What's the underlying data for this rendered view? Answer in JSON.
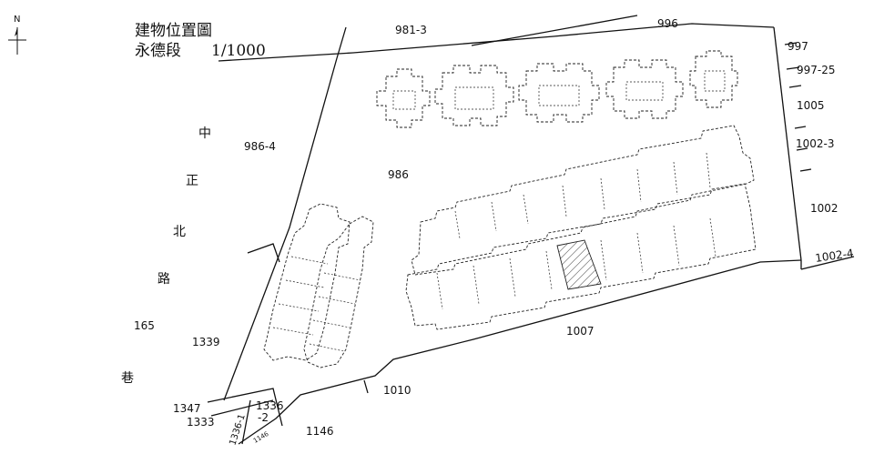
{
  "title": {
    "line1": "建物位置圖",
    "section": "永德段",
    "scale": "1/1000"
  },
  "north_label": "N",
  "road_chars": [
    "中",
    "正",
    "北",
    "路"
  ],
  "lane": {
    "number": "165",
    "char": "巷"
  },
  "parcels": {
    "p981_3": "981-3",
    "p996": "996",
    "p997": "997",
    "p997_25": "997-25",
    "p1005": "1005",
    "p1002_3": "1002-3",
    "p1002": "1002",
    "p1002_4": "1002-4",
    "p986_4": "986-4",
    "p986": "986",
    "p1007": "1007",
    "p1010": "1010",
    "p1339": "1339",
    "p1347": "1347",
    "p1333": "1333",
    "p1336": "1336",
    "p1336_2": "-2",
    "p1336_1": "1336-1",
    "p1146": "1146",
    "p1146_small": "1146"
  },
  "colors": {
    "line": "#111111",
    "hatch": "#333333"
  }
}
